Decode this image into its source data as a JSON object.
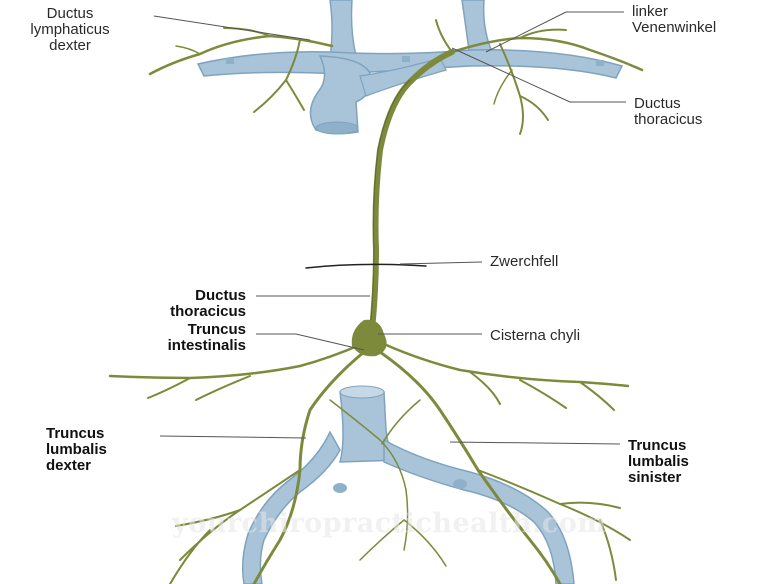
{
  "colors": {
    "vein_fill": "#a9c4d9",
    "vein_shade": "#7fa3bf",
    "lymph": "#7d8a3c",
    "lymph_dark": "#5f6c28",
    "leader": "#555555"
  },
  "labels": {
    "ductus_lymphaticus_dexter": "Ductus\nlymphaticus\ndexter",
    "linker_venenwinkel": "linker\nVenenwinkel",
    "ductus_thoracicus_top": "Ductus\nthoracicus",
    "zwerchfell": "Zwerchfell",
    "ductus_thoracicus_mid": "Ductus\nthoracicus",
    "cisterna_chyli": "Cisterna chyli",
    "truncus_intestinalis": "Truncus\nintestinalis",
    "truncus_lumbalis_dexter": "Truncus\nlumbalis\ndexter",
    "truncus_lumbalis_sinister": "Truncus\nlumbalis\nsinister"
  },
  "watermark": "yourchiropractichealth.com"
}
